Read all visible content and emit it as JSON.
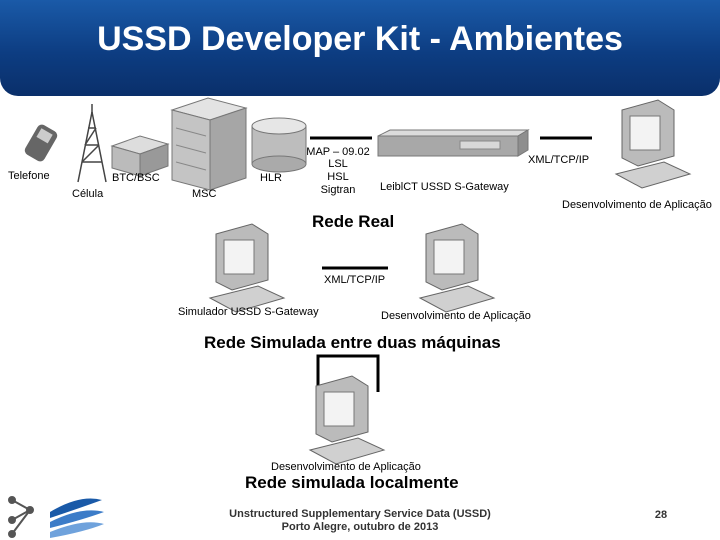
{
  "title": "USSD Developer Kit - Ambientes",
  "real_network": {
    "telefone": "Telefone",
    "celula": "Célula",
    "btc_bsc": "BTC/BSC",
    "msc": "MSC",
    "hlr": "HLR",
    "protocols": [
      "MAP – 09.02",
      "LSL",
      "HSL",
      "Sigtran"
    ],
    "gateway": "LeiblCT USSD S-Gateway",
    "xml_tcp_ip": "XML/TCP/IP",
    "dev_app": "Desenvolvimento de Aplicação",
    "heading": "Rede Real"
  },
  "simulated_two": {
    "xml_tcp_ip": "XML/TCP/IP",
    "simulator": "Simulador USSD S-Gateway",
    "dev_app": "Desenvolvimento de Aplicação",
    "heading": "Rede Simulada entre duas máquinas"
  },
  "local": {
    "dev_app": "Desenvolvimento de Aplicação",
    "heading": "Rede simulada localmente"
  },
  "footer": {
    "line1": "Unstructured Supplementary Service Data (USSD)",
    "line2": "Porto Alegre, outubro de 2013",
    "page": "28"
  },
  "colors": {
    "header": "#0d3d82",
    "accent": "#1a5aa8"
  }
}
